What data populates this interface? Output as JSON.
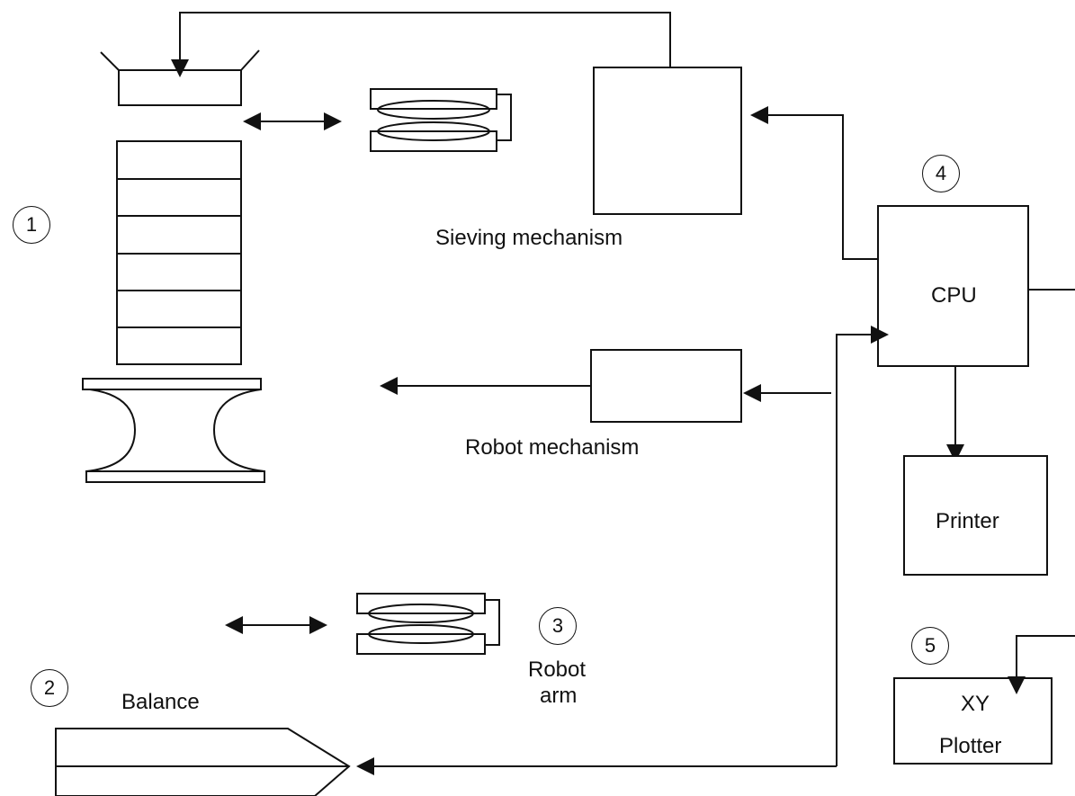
{
  "labels": {
    "sieving": "Sieving mechanism",
    "robot_mechanism": "Robot mechanism",
    "cpu": "CPU",
    "printer": "Printer",
    "xy_line1": "XY",
    "xy_line2": "Plotter",
    "robot_arm_line1": "Robot",
    "robot_arm_line2": "arm",
    "balance": "Balance"
  },
  "markers": [
    "1",
    "2",
    "3",
    "4",
    "5"
  ]
}
